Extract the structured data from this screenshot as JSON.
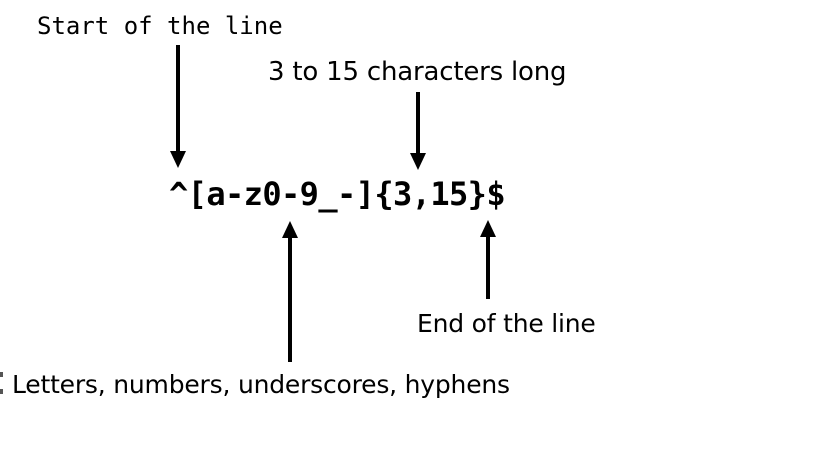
{
  "diagram": {
    "regex": "^[a-z0-9_-]{3,15}$",
    "annotations": {
      "start": {
        "label": "Start of the line",
        "target": "^",
        "arrow_direction": "down"
      },
      "length": {
        "label": "3 to 15 characters long",
        "target": "{3,15}",
        "arrow_direction": "down"
      },
      "charset": {
        "label": "Letters, numbers, underscores, hyphens",
        "target": "[a-z0-9_-]",
        "arrow_direction": "up"
      },
      "end": {
        "label": "End of the line",
        "target": "$",
        "arrow_direction": "up"
      }
    },
    "colors": {
      "background": "#ffffff",
      "ink": "#000000"
    }
  }
}
